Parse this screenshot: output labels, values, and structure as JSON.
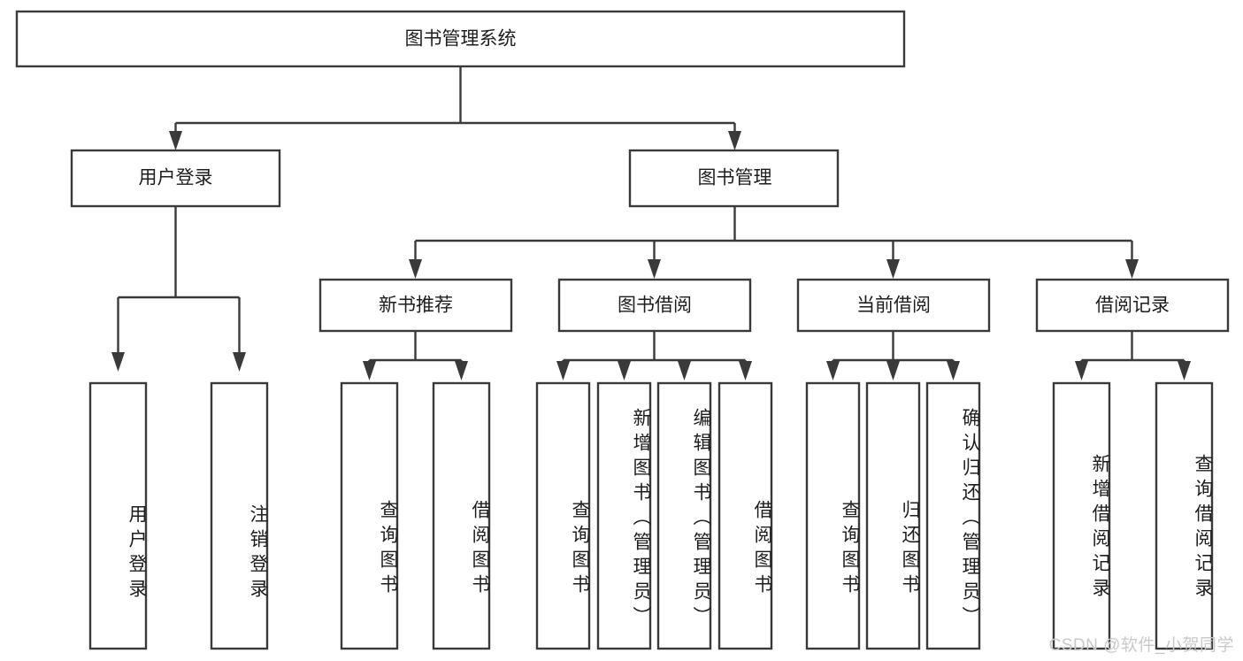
{
  "diagram": {
    "type": "tree",
    "title": "图书管理系统",
    "orientation": "top-down",
    "background_color": "#ffffff",
    "stroke_color": "#3a3a3a",
    "text_color": "#1d1d1d",
    "watermark": "CSDN @软件_小贺同学",
    "root": {
      "id": "root",
      "label": "图书管理系统"
    },
    "level2": [
      {
        "id": "user-login",
        "label": "用户登录"
      },
      {
        "id": "book-manage",
        "label": "图书管理"
      }
    ],
    "level3": [
      {
        "id": "new-book-recommend",
        "label": "新书推荐",
        "parent": "book-manage"
      },
      {
        "id": "book-borrow",
        "label": "图书借阅",
        "parent": "book-manage"
      },
      {
        "id": "current-borrow",
        "label": "当前借阅",
        "parent": "book-manage"
      },
      {
        "id": "borrow-record",
        "label": "借阅记录",
        "parent": "book-manage"
      }
    ],
    "leaves": [
      {
        "id": "leaf-user-login",
        "label": "用户登录",
        "parent": "user-login"
      },
      {
        "id": "leaf-user-logout",
        "label": "注销登录",
        "parent": "user-login"
      },
      {
        "id": "leaf-query-book-1",
        "label": "查询图书",
        "parent": "new-book-recommend"
      },
      {
        "id": "leaf-borrow-book-1",
        "label": "借阅图书",
        "parent": "new-book-recommend"
      },
      {
        "id": "leaf-query-book-2",
        "label": "查询图书",
        "parent": "book-borrow"
      },
      {
        "id": "leaf-add-book",
        "label": "新增图书（管理员）",
        "parent": "book-borrow"
      },
      {
        "id": "leaf-edit-book",
        "label": "编辑图书（管理员）",
        "parent": "book-borrow"
      },
      {
        "id": "leaf-borrow-book-2",
        "label": "借阅图书",
        "parent": "book-borrow"
      },
      {
        "id": "leaf-query-book-3",
        "label": "查询图书",
        "parent": "current-borrow"
      },
      {
        "id": "leaf-return-book",
        "label": "归还图书",
        "parent": "current-borrow"
      },
      {
        "id": "leaf-confirm-return",
        "label": "确认归还（管理员）",
        "parent": "current-borrow"
      },
      {
        "id": "leaf-add-record",
        "label": "新增借阅记录",
        "parent": "borrow-record"
      },
      {
        "id": "leaf-query-record",
        "label": "查询借阅记录",
        "parent": "borrow-record"
      }
    ]
  }
}
